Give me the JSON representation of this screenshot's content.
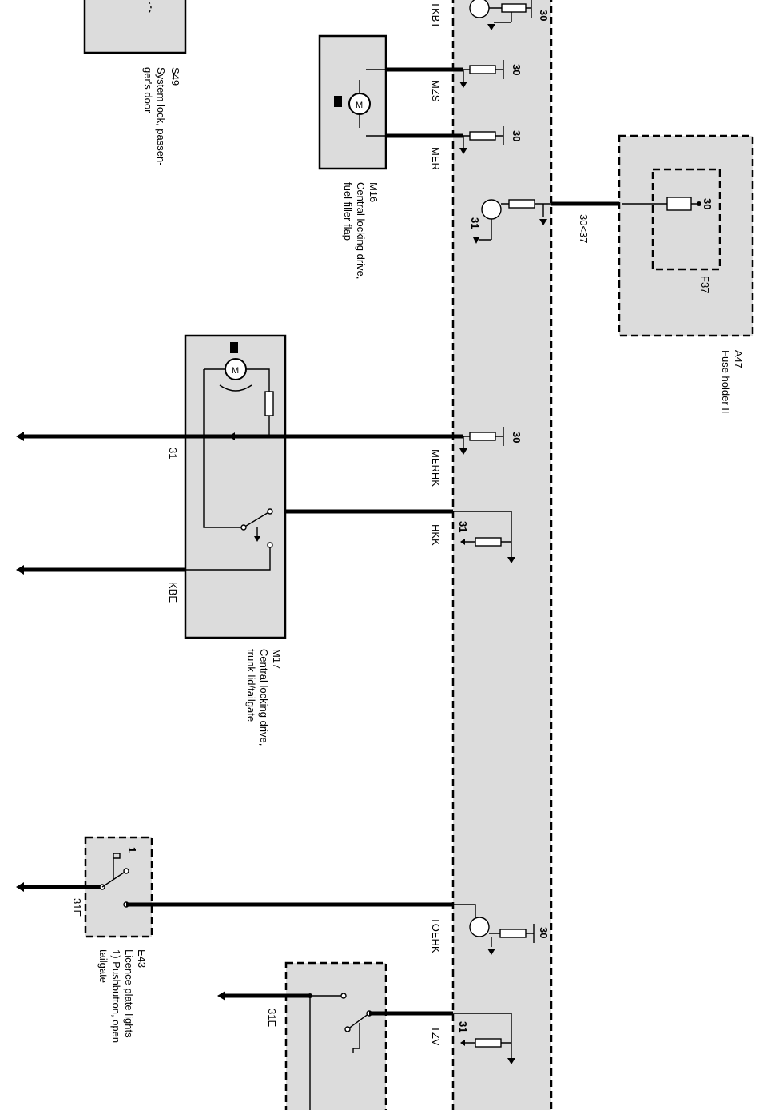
{
  "components": {
    "s49": {
      "id": "S49",
      "desc": "System lock, passen-\nger's door"
    },
    "m16": {
      "id": "M16",
      "desc": "Central locking drive,\nfuel filler flap"
    },
    "a47": {
      "id": "A47",
      "desc": "Fuse holder II"
    },
    "f37": {
      "id": "F37",
      "pin": "30"
    },
    "m17": {
      "id": "M17",
      "desc": "Central locking drive,\ntrunk lid/tailgate",
      "motor": "M"
    },
    "e43": {
      "id": "E43",
      "desc": "Licence plate lights\n1) Pushbutton, open\ntailgate",
      "pin": "1"
    }
  },
  "signals": {
    "tkbt": "TKBT",
    "mzs": "MZS",
    "mer": "MER",
    "merhk": "MERHK",
    "hkk": "HKK",
    "toehk": "TOEHK",
    "tzv": "TZV",
    "feed": "30<37",
    "ground_31": "31",
    "kbe": "KBE",
    "ground_31e_a": "31E",
    "ground_31e_b": "31E"
  },
  "pins": {
    "p30_tkbt": "30",
    "p30_mzs": "30",
    "p30_mer": "30",
    "p31_trans": "31",
    "p30_merhk": "30",
    "p31_hkk": "31",
    "p30_toehk": "30",
    "p31_tzv": "31"
  },
  "motor_letter": "M"
}
